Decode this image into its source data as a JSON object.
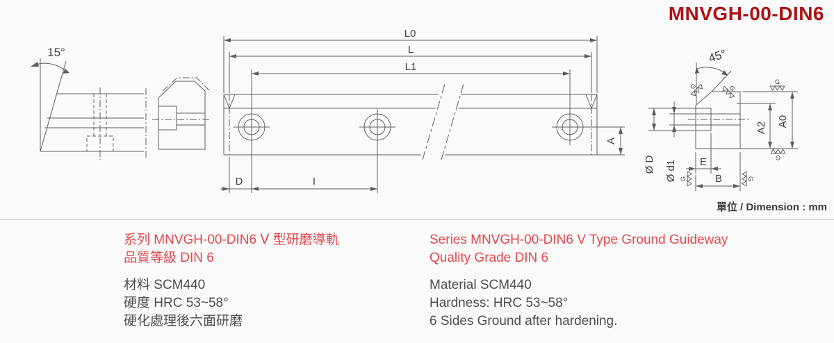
{
  "header": {
    "title": "MNVGH-00-DIN6"
  },
  "drawing": {
    "unit_note": "單位 / Dimension : mm",
    "labels": {
      "angle_left": "15°",
      "angle_chamfer": "45°",
      "l0": "L0",
      "l": "L",
      "l1": "L1",
      "d": "D",
      "i": "I",
      "a": "A",
      "dia_d": "Ø D",
      "dia_d1": "Ø d1",
      "e": "E",
      "b": "B",
      "a2": "A2",
      "a0": "A0",
      "grind": "G"
    }
  },
  "specs": {
    "zh": {
      "series": "系列 MNVGH-00-DIN6 Ⅴ 型研磨導軌",
      "grade": "品質等級 DIN 6",
      "material": "材料 SCM440",
      "hardness": "硬度 HRC 53~58°",
      "process": "硬化處理後六面研磨"
    },
    "en": {
      "series": "Series MNVGH-00-DIN6 V Type Ground Guideway",
      "grade": "Quality Grade DIN 6",
      "material": "Material SCM440",
      "hardness": "Hardness: HRC 53~58°",
      "process": "6 Sides Ground after hardening."
    }
  },
  "colors": {
    "title_red": "#ae1115",
    "accent_red": "#e0484f",
    "text_dark": "#4e4e4e",
    "line_gray": "#5d5d5d"
  }
}
